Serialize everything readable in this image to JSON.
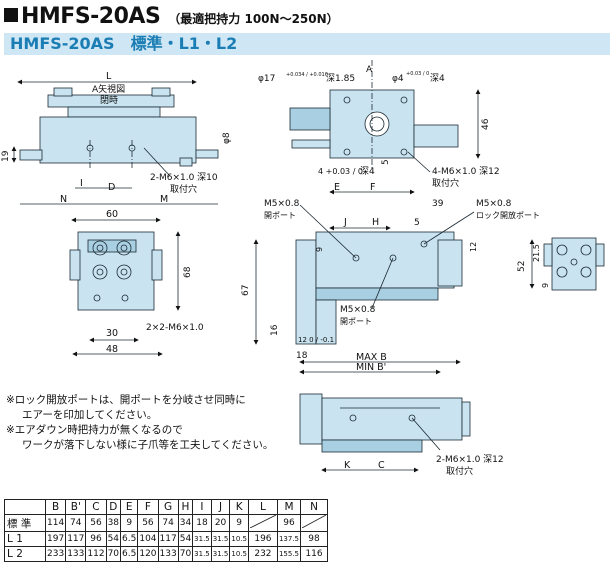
{
  "header": {
    "model": "HMFS-20AS",
    "subtitle": "（最適把持力 100N～250N）",
    "banner": "HMFS-20AS　標準・L1・L2"
  },
  "drawing_labels": {
    "L": "L",
    "A_view": "A矢視図",
    "closed": "閉時",
    "dia8": "φ8",
    "dim19": "19",
    "I": "I",
    "D": "D",
    "N": "N",
    "M": "M",
    "holes_front": "2-M6×1.0 深10",
    "mount_holes": "取付穴",
    "dia17": "φ17",
    "dia17_tol": "+0.034 / +0.016",
    "depth185": "深1.85",
    "dia4": "φ4",
    "dia4_tol": "+0.03 / 0",
    "depth4": "深4",
    "A": "A",
    "dim46": "46",
    "dim4_tol": "4 +0.03 / 0",
    "depth4b": "深4",
    "dim5": "5",
    "E": "E",
    "F": "F",
    "holes_top": "4-M6×1.0 深12",
    "mount_holes2": "取付穴",
    "dim60": "60",
    "dim68": "68",
    "dim30": "30",
    "dim48": "48",
    "holes_end": "2×2-M6×1.0",
    "m5_open_top": "M5×0.8",
    "open_port": "開ポート",
    "J": "J",
    "H": "H",
    "dim5b": "5",
    "dim39": "39",
    "m5_lock": "M5×0.8",
    "lock_port": "ロック開放ポート",
    "dim9": "9",
    "dim12": "12",
    "dim67": "67",
    "dim52": "52",
    "dim16": "16",
    "m5_open_bottom": "M5×0.8",
    "open_port2": "開ポート",
    "dim12tol": "12 0 / -0.1",
    "dim18": "18",
    "maxB": "MAX B",
    "minB": "MIN B'",
    "dim215": "21.5",
    "dim9b": "9",
    "K": "K",
    "C": "C",
    "holes_bottom": "2-M6×1.0 深12",
    "mount_holes3": "取付穴"
  },
  "notes": [
    "※ロック開放ポートは、開ポートを分岐させ同時に",
    "エアーを印加してください。",
    "※エアダウン時把持力が無くなるので",
    "ワークが落下しない様に子爪等を工夫してください。"
  ],
  "spec_table": {
    "headers": [
      "",
      "B",
      "B'",
      "C",
      "D",
      "E",
      "F",
      "G",
      "H",
      "I",
      "J",
      "K",
      "L",
      "M",
      "N"
    ],
    "rows": [
      [
        "標 準",
        "114",
        "74",
        "56",
        "38",
        "9",
        "56",
        "74",
        "34",
        "18",
        "20",
        "9",
        "",
        "96",
        ""
      ],
      [
        "L 1",
        "197",
        "117",
        "96",
        "54",
        "6.5",
        "104",
        "117",
        "54",
        "31.5",
        "31.5",
        "10.5",
        "196",
        "137.5",
        "98"
      ],
      [
        "L 2",
        "233",
        "133",
        "112",
        "70",
        "6.5",
        "120",
        "133",
        "70",
        "31.5",
        "31.5",
        "10.5",
        "232",
        "155.5",
        "116"
      ]
    ]
  },
  "colors": {
    "body_fill": "#c9e3f0",
    "body_dark": "#a9cfe2",
    "line": "#1b2a33",
    "banner_text": "#1a7db4",
    "banner_bg": "#cfe6f4"
  }
}
